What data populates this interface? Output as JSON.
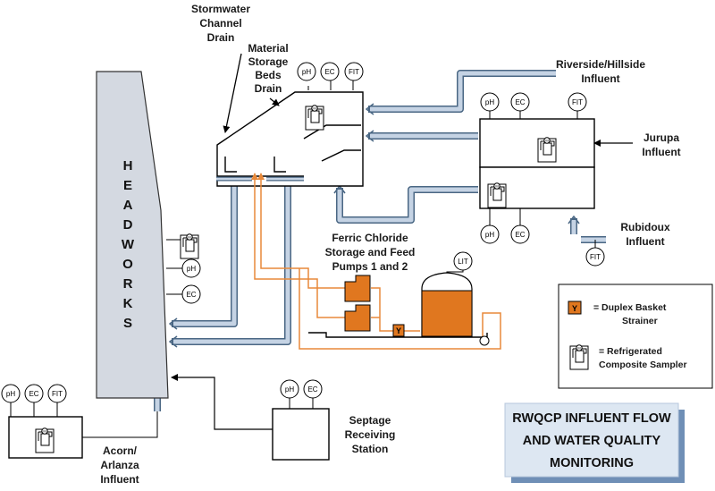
{
  "headworks": {
    "letters": [
      "H",
      "E",
      "A",
      "D",
      "W",
      "O",
      "R",
      "K",
      "S"
    ]
  },
  "labels": {
    "stormwater_1": "Stormwater",
    "stormwater_2": "Channel",
    "stormwater_3": "Drain",
    "material_1": "Material",
    "material_2": "Storage",
    "material_3": "Beds",
    "material_4": "Drain",
    "riverside_1": "Riverside/Hillside",
    "riverside_2": "Influent",
    "jurupa_1": "Jurupa",
    "jurupa_2": "Influent",
    "rubidoux_1": "Rubidoux",
    "rubidoux_2": "Influent",
    "ferric_1": "Ferric Chloride",
    "ferric_2": "Storage and Feed",
    "ferric_3": "Pumps 1 and 2",
    "septage_1": "Septage",
    "septage_2": "Receiving",
    "septage_3": "Station",
    "acorn_1": "Acorn/",
    "acorn_2": "Arlanza",
    "acorn_3": "Influent"
  },
  "instruments": {
    "ph": "pH",
    "ec": "EC",
    "fit": "FIT",
    "lit": "LIT"
  },
  "legend": {
    "strainer_symbol": "Y",
    "strainer_line1": "= Duplex Basket",
    "strainer_line2": "Strainer",
    "sampler_line1": "= Refrigerated",
    "sampler_line2": "Composite Sampler"
  },
  "title": {
    "line1": "RWQCP INFLUENT FLOW",
    "line2": "AND WATER QUALITY",
    "line3": "MONITORING"
  },
  "colors": {
    "pipe_fill": "#c5d3e4",
    "pipe_stroke": "#4a6784",
    "headworks_fill": "#d4d9e1",
    "ferric_orange": "#e0771f",
    "orange_line": "#e8893a",
    "title_bg": "#dde7f2",
    "title_shadow": "#6f8fb6"
  },
  "icons": {
    "sampler": "refrigerated-sampler-icon",
    "strainer": "duplex-basket-strainer-icon",
    "instrument": "instrument-bubble-icon"
  }
}
